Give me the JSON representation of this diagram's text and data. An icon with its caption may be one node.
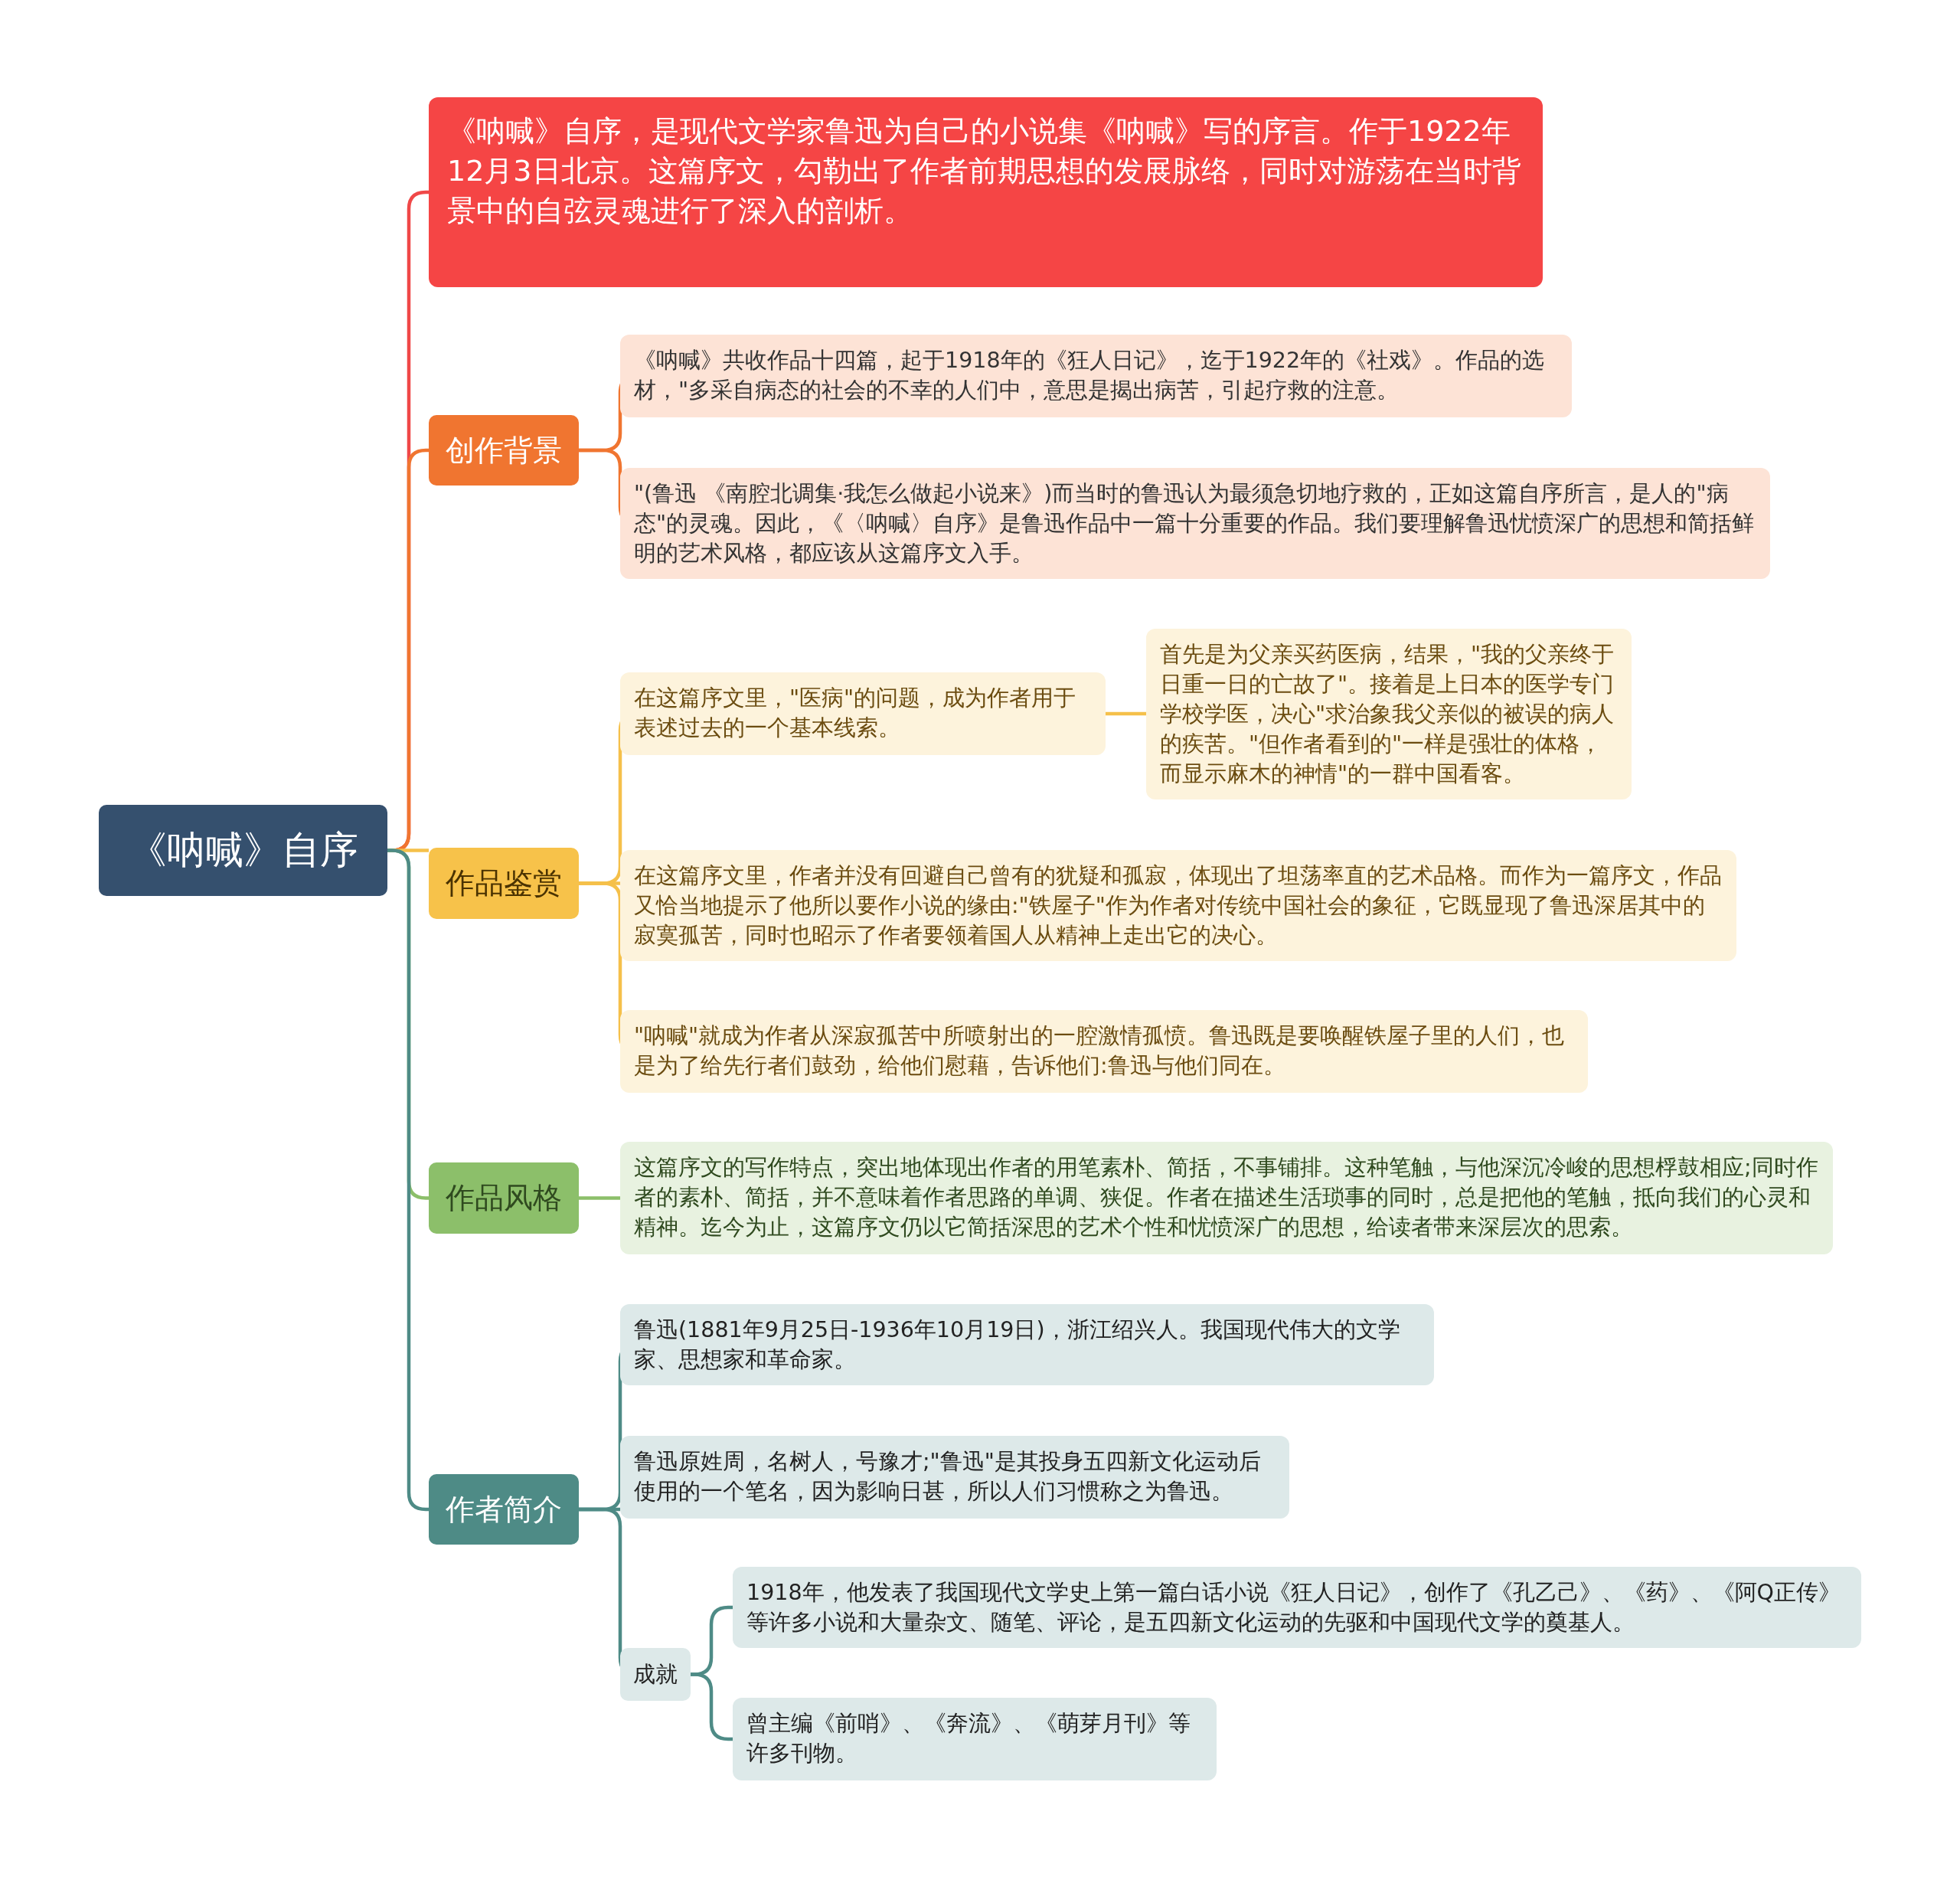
{
  "diagram": {
    "nodes": [
      {
        "text": [
          "《呐喊》自序"
        ]
      },
      {
        "text": [
          "《呐喊》自序，是现代文学家鲁迅为自己的小说集《呐喊》写的序言。作于1922年12月3日北京。这篇序文，勾勒出了作者前期思想的发展脉络，同时对游荡在当时背景中的自弦灵魂进行了深入的剖析。"
        ]
      },
      {
        "text": [
          "创作背景"
        ]
      },
      {
        "text": [
          "《呐喊》共收作品十四篇，起于1918年的《狂人日记》，迄于1922年的《社戏》。作品的选材，\"多采自病态的社会的不幸的人们中，意思是揭出病苦，引起疗救的注意。"
        ]
      },
      {
        "text": [
          "\"(鲁迅 《南腔北调集·我怎么做起小说来》)而当时的鲁迅认为最须急切地疗救的，正如这篇自序所言，是人的\"病态\"的灵魂。因此，《〈呐喊〉自序》是鲁迅作品中一篇十分重要的作品。我们要理解鲁迅忧愤深广的思想和简括鲜明的艺术风格，都应该从这篇序文入手。"
        ]
      },
      {
        "text": [
          "作品鉴赏"
        ]
      },
      {
        "text": [
          "在这篇序文里，\"医病\"的问题，成为作者用于表述过去的一个基本线索。"
        ]
      },
      {
        "text": [
          "首先是为父亲买药医病，结果，\"我的父亲终于日重一日的亡故了\"。接着是上日本的医学专门学校学医，决心\"求治象我父亲似的被误的病人的疾苦。\"但作者看到的\"一样是强壮的体格，而显示麻木的神情\"的一群中国看客。"
        ]
      },
      {
        "text": [
          "在这篇序文里，作者并没有回避自己曾有的犹疑和孤寂，体现出了坦荡率直的艺术品格。而作为一篇序文，作品又恰当地提示了他所以要作小说的缘由:\"铁屋子\"作为作者对传统中国社会的象征，它既显现了鲁迅深居其中的寂寞孤苦，同时也昭示了作者要领着国人从精神上走出它的决心。"
        ]
      },
      {
        "text": [
          "\"呐喊\"就成为作者从深寂孤苦中所喷射出的一腔激情孤愤。鲁迅既是要唤醒铁屋子里的人们，也是为了给先行者们鼓劲，给他们慰藉，告诉他们:鲁迅与他们同在。"
        ]
      },
      {
        "text": [
          "作品风格"
        ]
      },
      {
        "text": [
          "这篇序文的写作特点，突出地体现出作者的用笔素朴、简括，不事铺排。这种笔触，与他深沉冷峻的思想桴鼓相应;同时作者的素朴、简括，并不意味着作者思路的单调、狭促。作者在描述生活琐事的同时，总是把他的笔触，抵向我们的心灵和精神。迄今为止，这篇序文仍以它简括深思的艺术个性和忧愤深广的思想，给读者带来深层次的思索。"
        ]
      },
      {
        "text": [
          "作者简介"
        ]
      },
      {
        "text": [
          "鲁迅(1881年9月25日-1936年10月19日)，浙江绍兴人。我国现代伟大的文学家、思想家和革命家。"
        ]
      },
      {
        "text": [
          "鲁迅原姓周，名树人，号豫才;\"鲁迅\"是其投身五四新文化运动后使用的一个笔名，因为影响日甚，所以人们习惯称之为鲁迅。"
        ]
      },
      {
        "text": [
          "成就"
        ]
      },
      {
        "text": [
          "1918年，他发表了我国现代文学史上第一篇白话小说《狂人日记》，创作了《孔乙己》、《药》、《阿Q正传》等许多小说和大量杂文、随笔、评论，是五四新文化运动的先驱和中国现代文学的奠基人。"
        ]
      },
      {
        "text": [
          "曾主编《前哨》、《奔流》、《萌芽月刊》等许多刊物。"
        ]
      }
    ],
    "edges": [
      {
        "from": 0,
        "to": 1,
        "arrow": "none",
        "color": "#f04848"
      },
      {
        "from": 0,
        "to": 2,
        "arrow": "none",
        "color": "#f07530"
      },
      {
        "from": 0,
        "to": 5,
        "arrow": "none",
        "color": "#f5c04a"
      },
      {
        "from": 0,
        "to": 10,
        "arrow": "none",
        "color": "#8cbf6a"
      },
      {
        "from": 0,
        "to": 12,
        "arrow": "none",
        "color": "#4e8b86"
      },
      {
        "from": 2,
        "to": 3,
        "arrow": "none",
        "color": "#f07530"
      },
      {
        "from": 2,
        "to": 4,
        "arrow": "none",
        "color": "#f07530"
      },
      {
        "from": 5,
        "to": 6,
        "arrow": "none",
        "color": "#f5c04a"
      },
      {
        "from": 6,
        "to": 7,
        "arrow": "none",
        "color": "#f5c04a"
      },
      {
        "from": 5,
        "to": 8,
        "arrow": "none",
        "color": "#f5c04a"
      },
      {
        "from": 5,
        "to": 9,
        "arrow": "none",
        "color": "#f5c04a"
      },
      {
        "from": 10,
        "to": 11,
        "arrow": "none",
        "color": "#8cbf6a"
      },
      {
        "from": 12,
        "to": 13,
        "arrow": "none",
        "color": "#4e8b86"
      },
      {
        "from": 12,
        "to": 14,
        "arrow": "none",
        "color": "#4e8b86"
      },
      {
        "from": 12,
        "to": 15,
        "arrow": "none",
        "color": "#4e8b86"
      },
      {
        "from": 15,
        "to": 16,
        "arrow": "none",
        "color": "#4e8b86"
      },
      {
        "from": 15,
        "to": 17,
        "arrow": "none",
        "color": "#4e8b86"
      }
    ]
  }
}
